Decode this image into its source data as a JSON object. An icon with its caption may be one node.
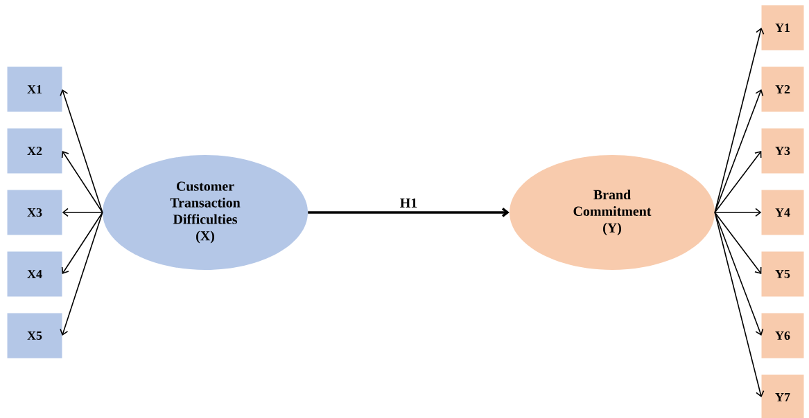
{
  "diagram": {
    "nodes": [
      {
        "text": [
          "X1"
        ]
      },
      {
        "text": [
          "X2"
        ]
      },
      {
        "text": [
          "X3"
        ]
      },
      {
        "text": [
          "X4"
        ]
      },
      {
        "text": [
          "X5"
        ]
      },
      {
        "text": [
          "Customer Transaction Difficulties",
          "(X)"
        ]
      },
      {
        "text": [
          "Brand Commitment",
          "(Y)"
        ]
      },
      {
        "text": [
          "Y1"
        ]
      },
      {
        "text": [
          "Y2"
        ]
      },
      {
        "text": [
          "Y3"
        ]
      },
      {
        "text": [
          "Y4"
        ]
      },
      {
        "text": [
          "Y5"
        ]
      },
      {
        "text": [
          "Y6"
        ]
      },
      {
        "text": [
          "Y7"
        ]
      }
    ],
    "edges": [
      {
        "from": 5,
        "to": 0,
        "arrow": "to"
      },
      {
        "from": 5,
        "to": 1,
        "arrow": "to"
      },
      {
        "from": 5,
        "to": 2,
        "arrow": "to"
      },
      {
        "from": 5,
        "to": 3,
        "arrow": "to"
      },
      {
        "from": 5,
        "to": 4,
        "arrow": "to"
      },
      {
        "from": 5,
        "to": 6,
        "arrow": "to",
        "label": "H1",
        "style": "thick"
      },
      {
        "from": 6,
        "to": 7,
        "arrow": "to"
      },
      {
        "from": 6,
        "to": 8,
        "arrow": "to"
      },
      {
        "from": 6,
        "to": 9,
        "arrow": "to"
      },
      {
        "from": 6,
        "to": 10,
        "arrow": "to"
      },
      {
        "from": 6,
        "to": 11,
        "arrow": "to"
      },
      {
        "from": 6,
        "to": 12,
        "arrow": "to"
      },
      {
        "from": 6,
        "to": 13,
        "arrow": "to"
      }
    ]
  }
}
